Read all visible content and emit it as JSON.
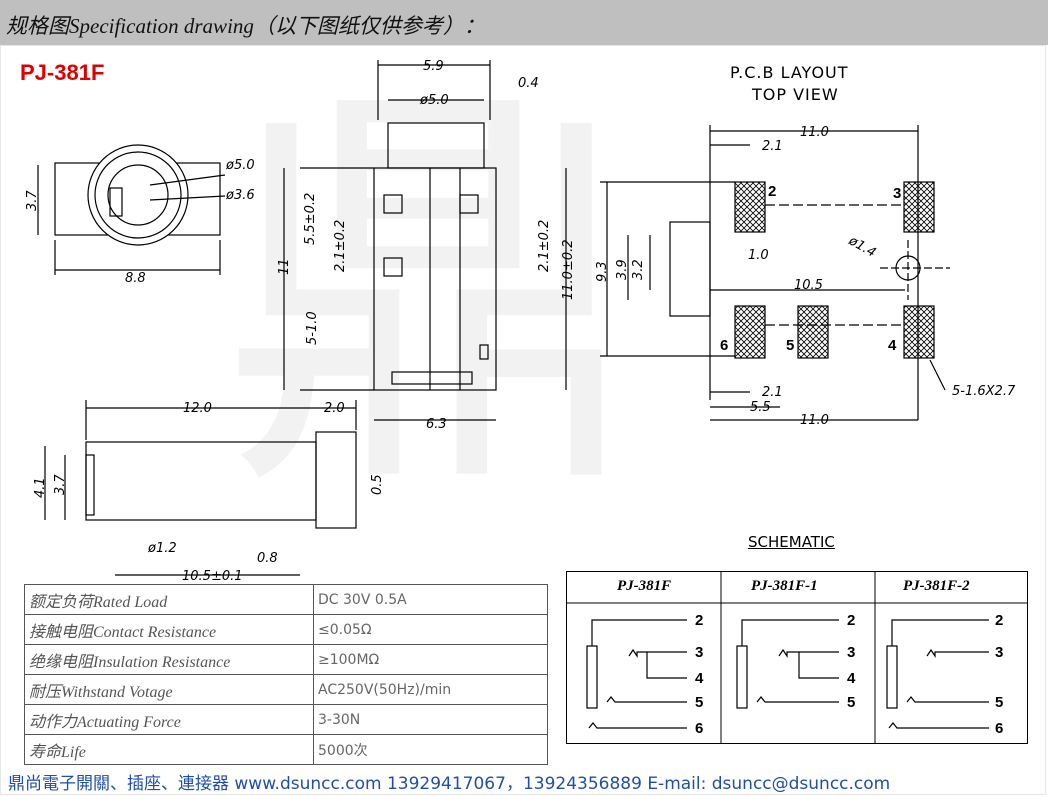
{
  "header": {
    "title": "规格图Specification drawing（以下图纸仅供参考）："
  },
  "model": "PJ-381F",
  "pcb": {
    "title": "P.C.B LAYOUT",
    "subtitle": "TOP VIEW"
  },
  "dims": {
    "d59": "5.9",
    "d04": "0.4",
    "d50": "ø5.0",
    "p50": "ø5.0",
    "p36": "ø3.6",
    "d37a": "3.7",
    "d88": "8.8",
    "d55": "5.5±0.2",
    "d21a": "2.1±0.2",
    "d11": "11",
    "d51": "5-1.0",
    "d21b": "2.1±0.2",
    "d110a": "11.0±0.2",
    "d63": "6.3",
    "d120": "12.0",
    "d20": "2.0",
    "d41": "4.1",
    "d37b": "3.7",
    "d05": "0.5",
    "d12": "ø1.2",
    "d08": "0.8",
    "d105": "10.5±0.1",
    "p110a": "11.0",
    "p21a": "2.1",
    "p93": "9.3",
    "p39": "3.9",
    "p32": "3.2",
    "p10": "1.0",
    "p14": "ø1.4",
    "p105": "10.5",
    "p21b": "2.1",
    "p55": "5.5",
    "p110b": "11.0",
    "p516": "5-1.6X2.7"
  },
  "pins": {
    "p2": "2",
    "p3": "3",
    "p4": "4",
    "p5": "5",
    "p6": "6"
  },
  "schematic": {
    "label": "SCHEMATIC",
    "cols": [
      "PJ-381F",
      "PJ-381F-1",
      "PJ-381F-2"
    ],
    "pinsA": [
      "2",
      "3",
      "4",
      "5",
      "6"
    ],
    "pinsB": [
      "2",
      "3",
      "4",
      "5"
    ],
    "pinsC": [
      "2",
      "3",
      "5",
      "6"
    ]
  },
  "specs": [
    {
      "key": "额定负荷Rated Load",
      "value": "DC 30V 0.5A"
    },
    {
      "key": "接触电阻Contact Resistance",
      "value": "≤0.05Ω"
    },
    {
      "key": "绝缘电阻Insulation Resistance",
      "value": "≥100MΩ"
    },
    {
      "key": "耐压Withstand Votage",
      "value": "AC250V(50Hz)/min"
    },
    {
      "key": "动作力Actuating Force",
      "value": "3-30N"
    },
    {
      "key": "寿命Life",
      "value": "5000次"
    }
  ],
  "footer": "鼎尚電子開關、插座、連接器 www.dsuncc.com  13929417067，13924356889  E-mail: dsuncc@dsuncc.com"
}
